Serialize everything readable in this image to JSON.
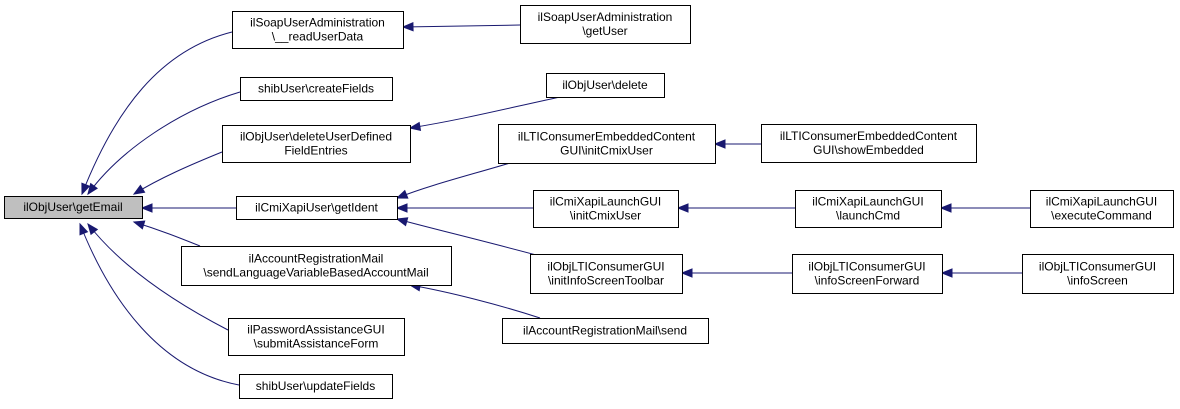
{
  "graph": {
    "root": "getEmail",
    "nodes": [
      {
        "id": "getEmail",
        "lines": [
          "ilObjUser\\getEmail"
        ],
        "highlighted": true
      },
      {
        "id": "readUserData",
        "lines": [
          "ilSoapUserAdministration",
          "\\__readUserData"
        ]
      },
      {
        "id": "getUser",
        "lines": [
          "ilSoapUserAdministration",
          "\\getUser"
        ]
      },
      {
        "id": "createFields",
        "lines": [
          "shibUser\\createFields"
        ]
      },
      {
        "id": "objUserDelete",
        "lines": [
          "ilObjUser\\delete"
        ]
      },
      {
        "id": "deleteUserDefined",
        "lines": [
          "ilObjUser\\deleteUserDefined",
          "FieldEntries"
        ]
      },
      {
        "id": "ltiInitCmix",
        "lines": [
          "ilLTIConsumerEmbeddedContent",
          "GUI\\initCmixUser"
        ]
      },
      {
        "id": "ltiShowEmbedded",
        "lines": [
          "ilLTIConsumerEmbeddedContent",
          "GUI\\showEmbedded"
        ]
      },
      {
        "id": "getIdent",
        "lines": [
          "ilCmiXapiUser\\getIdent"
        ]
      },
      {
        "id": "launchInitCmix",
        "lines": [
          "ilCmiXapiLaunchGUI",
          "\\initCmixUser"
        ]
      },
      {
        "id": "launchCmd",
        "lines": [
          "ilCmiXapiLaunchGUI",
          "\\launchCmd"
        ]
      },
      {
        "id": "executeCommand",
        "lines": [
          "ilCmiXapiLaunchGUI",
          "\\executeCommand"
        ]
      },
      {
        "id": "sendLangMail",
        "lines": [
          "ilAccountRegistrationMail",
          "\\sendLanguageVariableBasedAccountMail"
        ]
      },
      {
        "id": "initInfoToolbar",
        "lines": [
          "ilObjLTIConsumerGUI",
          "\\initInfoScreenToolbar"
        ]
      },
      {
        "id": "infoScreenForward",
        "lines": [
          "ilObjLTIConsumerGUI",
          "\\infoScreenForward"
        ]
      },
      {
        "id": "infoScreen",
        "lines": [
          "ilObjLTIConsumerGUI",
          "\\infoScreen"
        ]
      },
      {
        "id": "regMailSend",
        "lines": [
          "ilAccountRegistrationMail\\send"
        ]
      },
      {
        "id": "submitAssistance",
        "lines": [
          "ilPasswordAssistanceGUI",
          "\\submitAssistanceForm"
        ]
      },
      {
        "id": "updateFields",
        "lines": [
          "shibUser\\updateFields"
        ]
      }
    ],
    "edges": [
      {
        "from": "readUserData",
        "to": "getEmail"
      },
      {
        "from": "createFields",
        "to": "getEmail"
      },
      {
        "from": "deleteUserDefined",
        "to": "getEmail"
      },
      {
        "from": "getIdent",
        "to": "getEmail"
      },
      {
        "from": "sendLangMail",
        "to": "getEmail"
      },
      {
        "from": "submitAssistance",
        "to": "getEmail"
      },
      {
        "from": "updateFields",
        "to": "getEmail"
      },
      {
        "from": "getUser",
        "to": "readUserData"
      },
      {
        "from": "objUserDelete",
        "to": "deleteUserDefined"
      },
      {
        "from": "ltiInitCmix",
        "to": "getIdent"
      },
      {
        "from": "launchInitCmix",
        "to": "getIdent"
      },
      {
        "from": "initInfoToolbar",
        "to": "getIdent"
      },
      {
        "from": "ltiShowEmbedded",
        "to": "ltiInitCmix"
      },
      {
        "from": "launchCmd",
        "to": "launchInitCmix"
      },
      {
        "from": "executeCommand",
        "to": "launchCmd"
      },
      {
        "from": "infoScreenForward",
        "to": "initInfoToolbar"
      },
      {
        "from": "infoScreen",
        "to": "infoScreenForward"
      },
      {
        "from": "regMailSend",
        "to": "sendLangMail"
      }
    ],
    "colors": {
      "edge": "#191970",
      "root_fill": "#bfbfbf",
      "node_fill": "#ffffff",
      "border": "#000000"
    }
  }
}
